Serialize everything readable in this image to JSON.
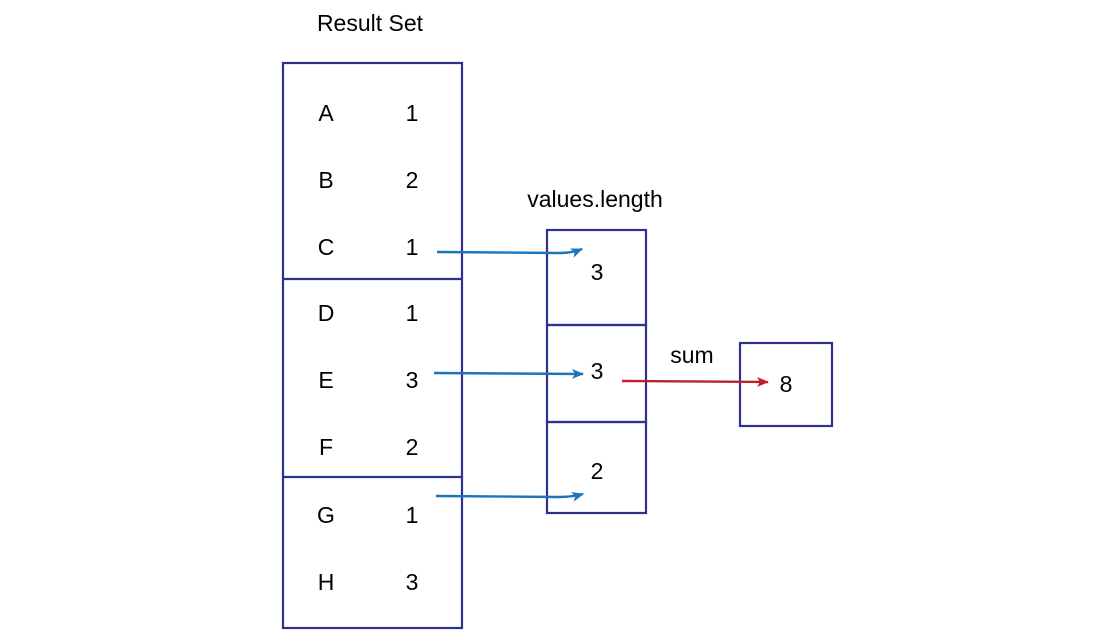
{
  "labels": {
    "result_set": "Result Set",
    "values_length": "values.length",
    "sum": "sum"
  },
  "result_set": {
    "groups": [
      [
        {
          "key": "A",
          "value": "1"
        },
        {
          "key": "B",
          "value": "2"
        },
        {
          "key": "C",
          "value": "1"
        }
      ],
      [
        {
          "key": "D",
          "value": "1"
        },
        {
          "key": "E",
          "value": "3"
        },
        {
          "key": "F",
          "value": "2"
        }
      ],
      [
        {
          "key": "G",
          "value": "1"
        },
        {
          "key": "H",
          "value": "3"
        }
      ]
    ]
  },
  "values_length": [
    "3",
    "3",
    "2"
  ],
  "sum_result": "8",
  "colors": {
    "box_stroke": "#2e3192",
    "map_arrow": "#1b75bc",
    "sum_arrow": "#be1e2d"
  }
}
